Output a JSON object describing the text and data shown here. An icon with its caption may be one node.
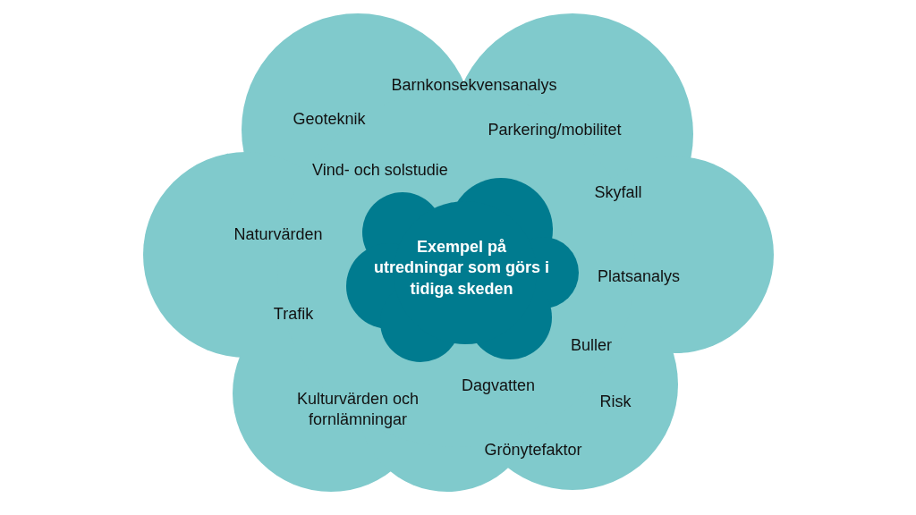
{
  "diagram": {
    "nodes": [
      {
        "text": [],
        "shape": "cloud"
      },
      {
        "text": [
          "Exempel på utredningar som görs i tidiga skeden"
        ],
        "in": 0
      }
    ],
    "edges": [],
    "labels": [
      "Barnkonsekvensanalys",
      "Geoteknik",
      "Parkering/mobilitet",
      "Vind- och solstudie",
      "Skyfall",
      "Naturvärden",
      "Platsanalys",
      "Trafik",
      "Buller",
      "Dagvatten",
      "Kulturvärden och fornlämningar",
      "Risk",
      "Grönytefaktor"
    ]
  }
}
